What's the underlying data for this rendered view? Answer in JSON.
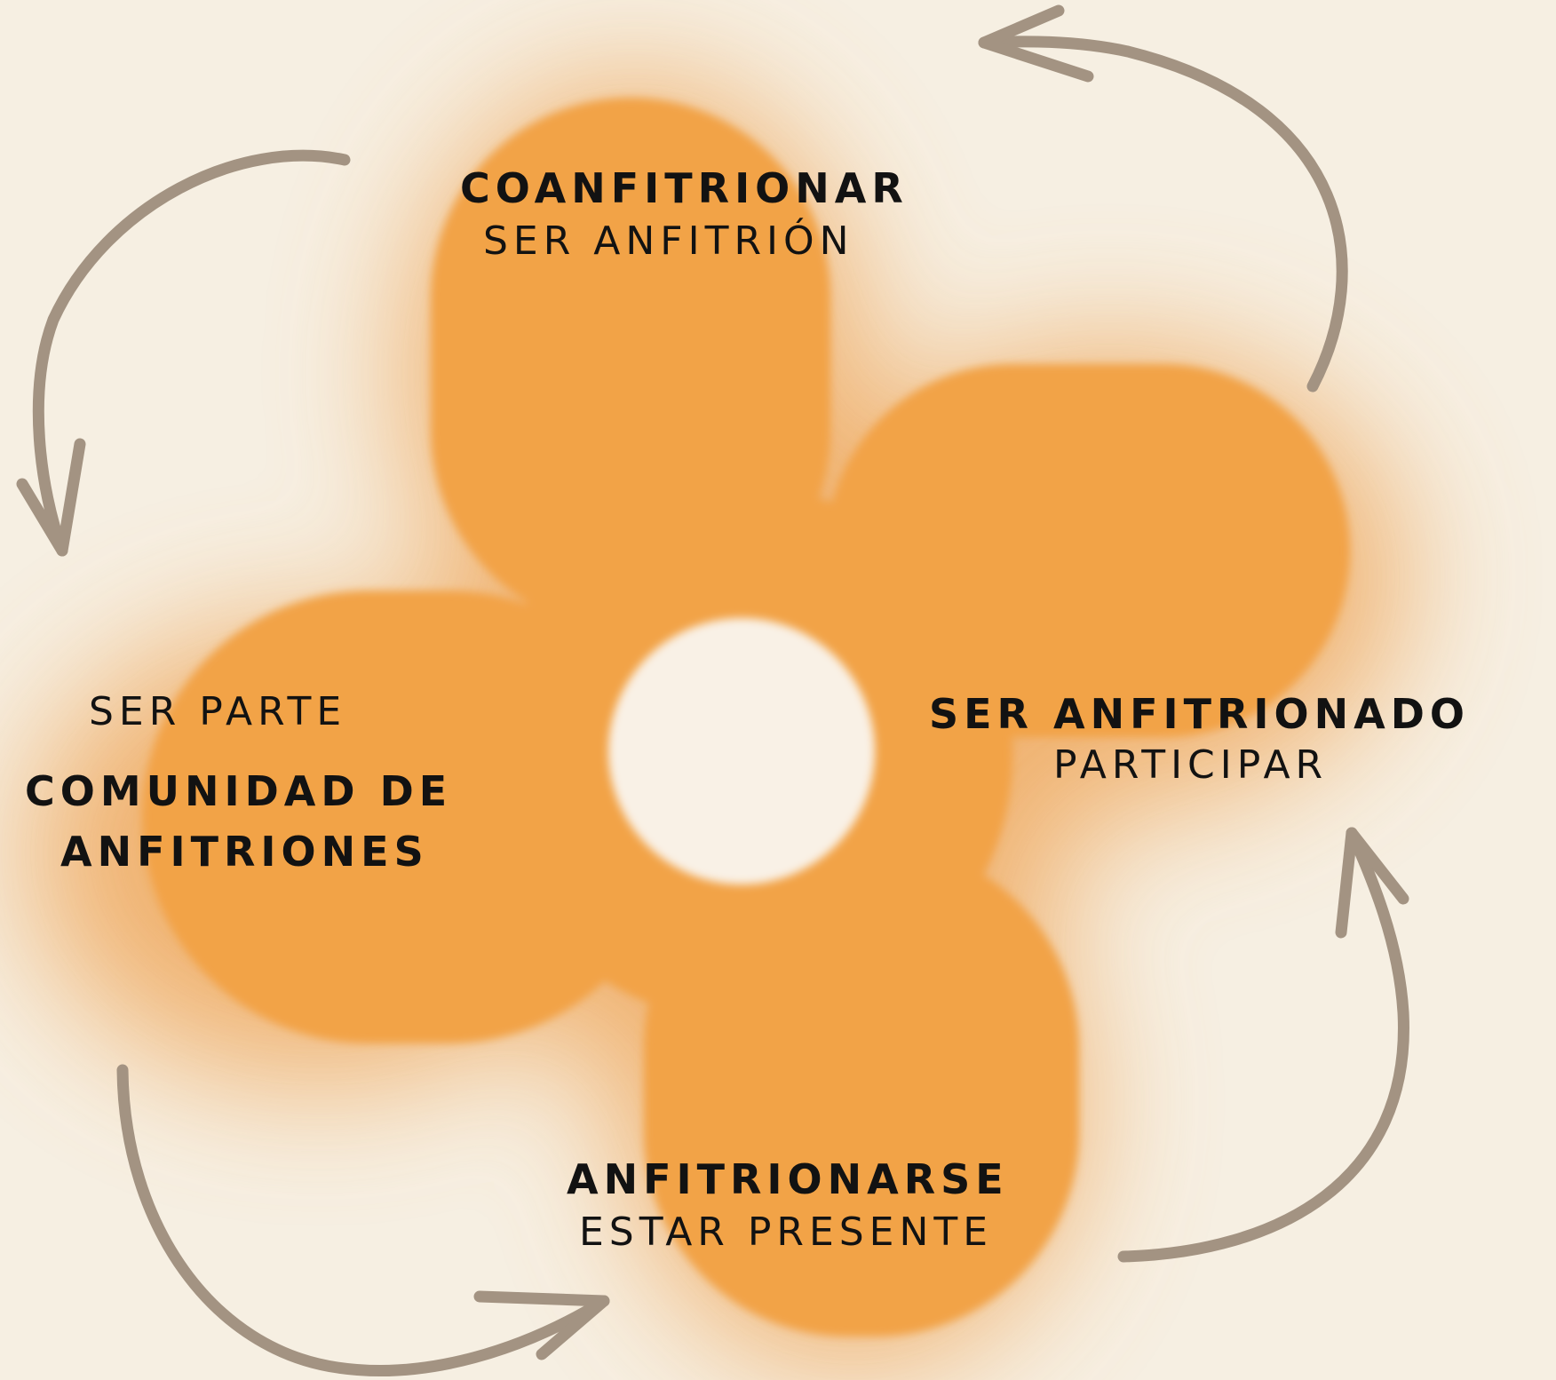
{
  "diagram": {
    "colors": {
      "background": "#f6efe2",
      "petal": "#f2a347",
      "glow": "#efa75c",
      "center": "#f9f1e6",
      "arrow": "#a39382",
      "text": "#121212"
    },
    "top": {
      "title": "COANFITRIONAR",
      "subtitle": "SER ANFITRIÓN"
    },
    "right": {
      "title": "SER ANFITRIONADO",
      "subtitle": "PARTICIPAR"
    },
    "bottom": {
      "title": "ANFITRIONARSE",
      "subtitle": "ESTAR PRESENTE"
    },
    "left": {
      "subtitle": "SER PARTE",
      "title_line1": "COMUNIDAD DE",
      "title_line2": "ANFITRIONES"
    },
    "icons": [
      "curved-arrow-icon",
      "curved-arrow-icon",
      "curved-arrow-icon",
      "curved-arrow-icon"
    ]
  }
}
